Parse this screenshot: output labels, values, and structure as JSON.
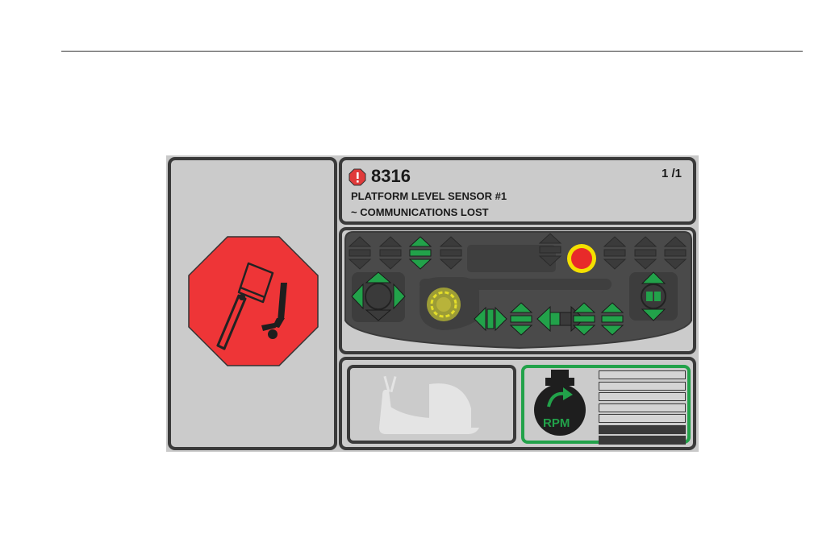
{
  "fault": {
    "code": "8316",
    "page": "1 /1",
    "line1": "PLATFORM LEVEL SENSOR #1",
    "line2": "~ COMMUNICATIONS LOST",
    "alert_icon": "exclamation-alert-icon",
    "alert_color": "#e03a3a"
  },
  "warning": {
    "icon": "tip-over-hazard-octagon-icon",
    "color": "#ee3537"
  },
  "speed_mode": {
    "icon": "snail-slow-speed-icon"
  },
  "rpm": {
    "label": "RPM",
    "level_bars_total": 7,
    "level_bars_filled": 2,
    "accent_color": "#22a24a"
  },
  "controls": {
    "active_color": "#22a24a",
    "inactive_color": "#3d3d3d",
    "stop_button_color": "#e82a2a",
    "stop_ring_color": "#f4e000"
  }
}
